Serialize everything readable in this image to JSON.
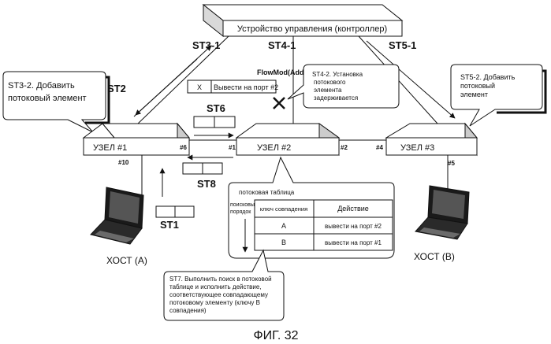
{
  "controller": {
    "label": "Устройство управления (контроллер)"
  },
  "steps": {
    "st3_1": "ST3-1",
    "st4_1": "ST4-1",
    "st5_1": "ST5-1",
    "st2": "ST2",
    "st6": "ST6",
    "st8": "ST8",
    "st1": "ST1"
  },
  "flowmod": {
    "title": "FlowMod(Add)",
    "match": "X",
    "action": "Вывести на порт #2"
  },
  "callouts": {
    "st3_2": {
      "line1": "ST3-2. Добавить",
      "line2": "потоковый элемент"
    },
    "st4_2": {
      "line1": "ST4-2. Установка",
      "line2": "потокового",
      "line3": "элемента",
      "line4": "задерживается"
    },
    "st5_2": {
      "line1": "ST5-2. Добавить",
      "line2": "потоковый",
      "line3": "элемент"
    },
    "st7": {
      "line1": "ST7. Выполнить поиск в потоковой",
      "line2": "таблице и исполнить действие,",
      "line3": "соответствующее совпадающему",
      "line4": "потоковому элементу (ключу B",
      "line5": "совпадения)"
    }
  },
  "nodes": {
    "node1": {
      "label": "УЗЕЛ  #1",
      "port_left": "#6",
      "port_right": "#1",
      "port_bottom": "#10"
    },
    "node2": {
      "label": "УЗЕЛ  #2",
      "port_right": "#2"
    },
    "node3": {
      "label": "УЗЕЛ #3",
      "port_left": "#4",
      "port_bottom": "#5"
    }
  },
  "hosts": {
    "host_a": {
      "label": "ХОСТ (А)"
    },
    "host_b": {
      "label": "ХОСТ (В)"
    }
  },
  "flow_table": {
    "title": "потоковая таблица",
    "search_order_line1": "поисковый",
    "search_order_line2": "порядок",
    "columns": [
      "ключ совпадения",
      "Действие"
    ],
    "rows": [
      {
        "key": "A",
        "action": "вывести на порт #2"
      },
      {
        "key": "B",
        "action": "вывести на порт #1"
      }
    ]
  },
  "figure_caption": "ФИГ. 32"
}
